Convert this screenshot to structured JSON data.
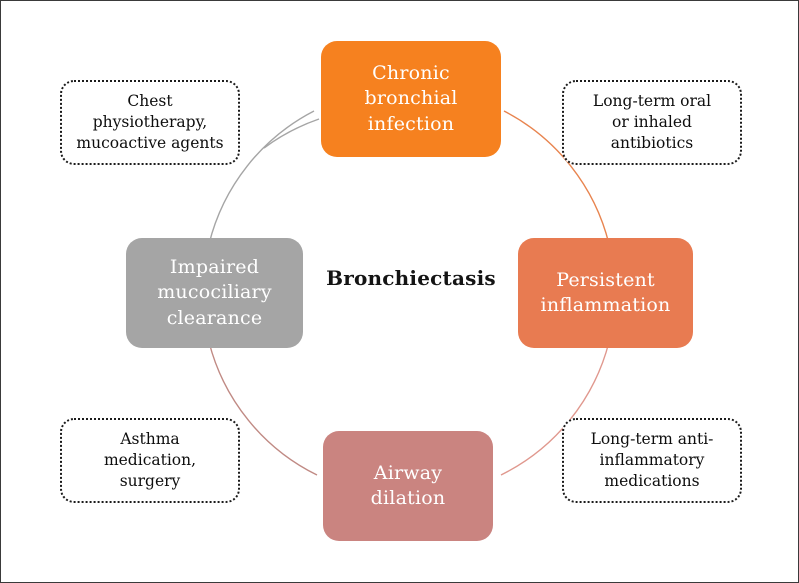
{
  "figure": {
    "center_label": "Bronchiectasis",
    "frame_border_color": "#3a3a3a",
    "background_color": "#ffffff"
  },
  "cycle": {
    "stages": [
      {
        "id": "chronic-bronchial-infection",
        "position": "top",
        "line1": "Chronic",
        "line2": "bronchial",
        "line3": "infection",
        "color": "#f6811f"
      },
      {
        "id": "persistent-inflammation",
        "position": "right",
        "line1": "Persistent",
        "line2": "inflammation",
        "line3": "",
        "color": "#e87b51"
      },
      {
        "id": "airway-dilation",
        "position": "bottom",
        "line1": "Airway",
        "line2": "dilation",
        "line3": "",
        "color": "#ca8480"
      },
      {
        "id": "impaired-mucociliary-clearance",
        "position": "left",
        "line1": "Impaired",
        "line2": "mucociliary",
        "line3": "clearance",
        "color": "#a5a5a5"
      }
    ],
    "arcs": [
      {
        "id": "arc-left-to-top",
        "from": "impaired-mucociliary-clearance",
        "to": "chronic-bronchial-infection",
        "color": "#a5a5a5"
      },
      {
        "id": "arc-top-to-right",
        "from": "chronic-bronchial-infection",
        "to": "persistent-inflammation",
        "color": "#e8844f"
      },
      {
        "id": "arc-right-to-bottom",
        "from": "persistent-inflammation",
        "to": "airway-dilation",
        "color": "#e0988e"
      },
      {
        "id": "arc-bottom-to-left",
        "from": "airway-dilation",
        "to": "impaired-mucociliary-clearance",
        "color": "#c08a84"
      }
    ]
  },
  "treatments": [
    {
      "id": "chest-physiotherapy",
      "corner": "top-left",
      "line1": "Chest",
      "line2": "physiotherapy,",
      "line3": "mucoactive agents"
    },
    {
      "id": "antibiotics",
      "corner": "top-right",
      "line1": "Long-term oral",
      "line2": "or inhaled",
      "line3": "antibiotics"
    },
    {
      "id": "asthma-medication-surgery",
      "corner": "bottom-left",
      "line1": "Asthma",
      "line2": "medication,",
      "line3": "surgery"
    },
    {
      "id": "anti-inflammatory-medications",
      "corner": "bottom-right",
      "line1": "Long-term anti-",
      "line2": "inflammatory",
      "line3": "medications"
    }
  ]
}
